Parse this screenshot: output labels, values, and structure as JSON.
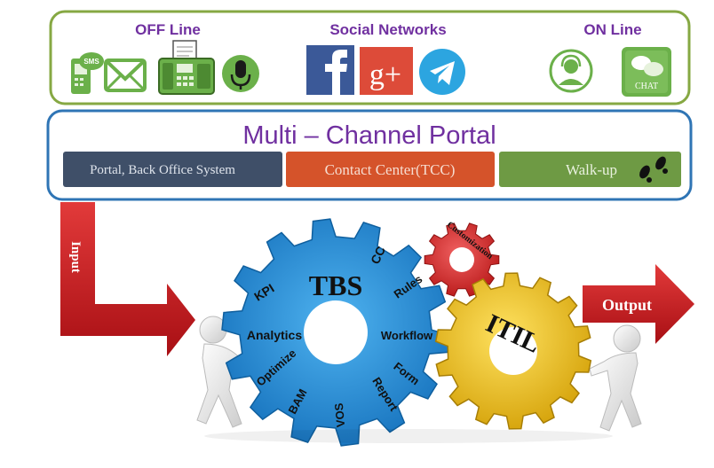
{
  "channels": {
    "offline_label": "OFF Line",
    "social_label": "Social Networks",
    "online_label": "ON Line",
    "sms_badge": "SMS",
    "chat_badge": "CHAT",
    "gplus_label": "g+"
  },
  "portal": {
    "title": "Multi – Channel Portal",
    "items": [
      {
        "label": "Portal, Back Office System",
        "color": "#3f4f68"
      },
      {
        "label": "Contact Center(TCC)",
        "color": "#d5532a"
      },
      {
        "label": "Walk-up",
        "color": "#6e9a44"
      }
    ]
  },
  "flow": {
    "input_label": "Input",
    "output_label": "Output"
  },
  "gears": {
    "main_title": "TBS",
    "main_terms": [
      "KPI",
      "CC",
      "Rules",
      "Analytics",
      "Workflow",
      "Optimize",
      "Form",
      "BAM",
      "VOS",
      "Report"
    ],
    "small_title": "Customization",
    "itil_title": "ITIL"
  },
  "colors": {
    "channel_border": "#86a843",
    "portal_border": "#2f75b5",
    "channel_heading": "#7030a0",
    "portal_title": "#7030a0",
    "arrow_red": "#c8161d",
    "gear_blue": "#1e8fd6",
    "gear_red": "#d42a2a",
    "gear_yellow": "#e8bf13"
  }
}
